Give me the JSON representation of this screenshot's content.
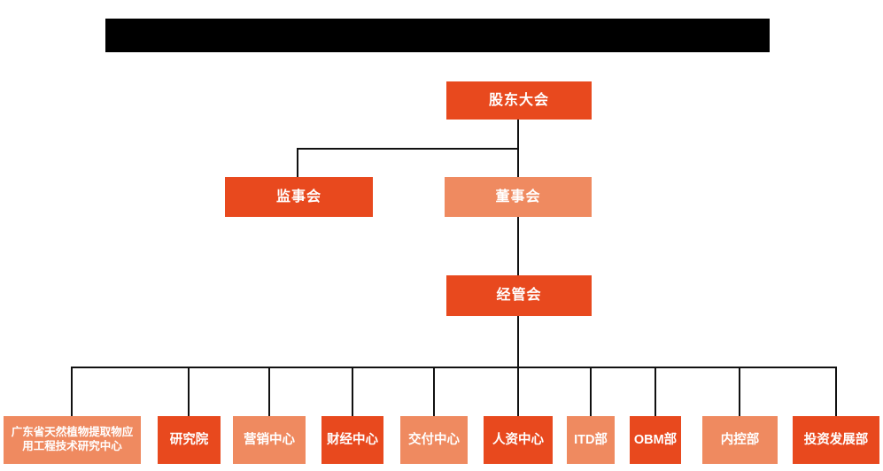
{
  "page": {
    "background": "#ffffff",
    "redaction_bar_color": "#000000"
  },
  "org_chart": {
    "type": "hierarchy",
    "colors": {
      "dark": "#e8491e",
      "light": "#ef8a60",
      "connector": "#111111",
      "text": "#ffffff"
    },
    "level1": {
      "label": "股东大会",
      "variant": "dark"
    },
    "level2": [
      {
        "label": "监事会",
        "variant": "dark"
      },
      {
        "label": "董事会",
        "variant": "light"
      }
    ],
    "level3": {
      "label": "经管会",
      "variant": "dark"
    },
    "level4": [
      {
        "label": "广东省天然植物提取物应用工程技术研究中心",
        "variant": "light"
      },
      {
        "label": "研究院",
        "variant": "dark"
      },
      {
        "label": "营销中心",
        "variant": "light"
      },
      {
        "label": "财经中心",
        "variant": "dark"
      },
      {
        "label": "交付中心",
        "variant": "light"
      },
      {
        "label": "人资中心",
        "variant": "dark"
      },
      {
        "label": "ITD部",
        "variant": "light"
      },
      {
        "label": "OBM部",
        "variant": "dark"
      },
      {
        "label": "内控部",
        "variant": "light"
      },
      {
        "label": "投资发展部",
        "variant": "dark"
      }
    ]
  }
}
